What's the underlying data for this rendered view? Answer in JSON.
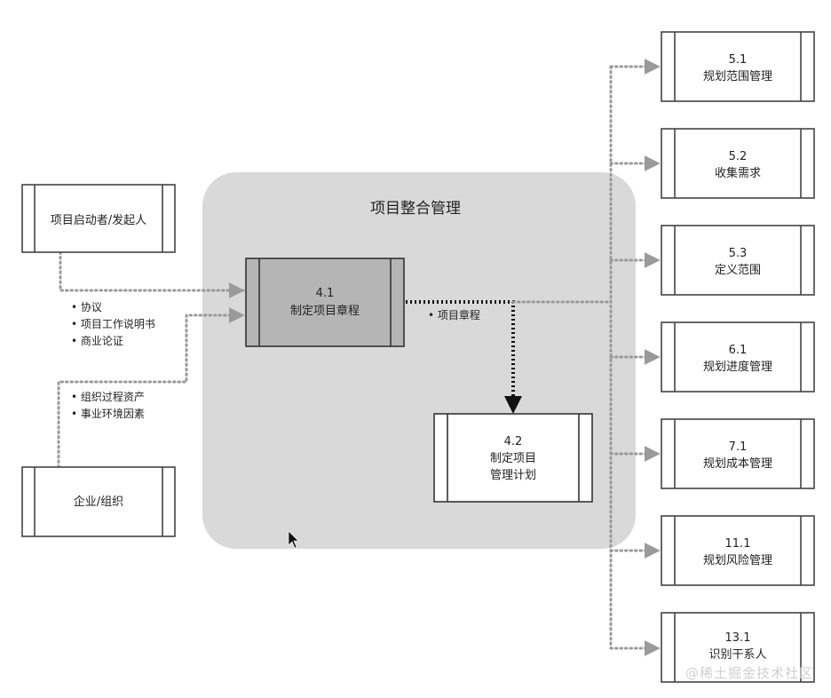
{
  "group": {
    "title": "项目整合管理"
  },
  "inputs": {
    "sponsor": "项目启动者/发起人",
    "sponsor_items": [
      "• 协议",
      "• 项目工作说明书",
      "• 商业论证"
    ],
    "enterprise": "企业/组织",
    "enterprise_items": [
      "• 组织过程资产",
      "• 事业环境因素"
    ]
  },
  "process_41": {
    "number": "4.1",
    "name": "制定项目章程"
  },
  "process_42": {
    "number": "4.2",
    "name_line1": "制定项目",
    "name_line2": "管理计划"
  },
  "output_label": "• 项目章程",
  "targets": [
    {
      "number": "5.1",
      "name": "规划范围管理"
    },
    {
      "number": "5.2",
      "name": "收集需求"
    },
    {
      "number": "5.3",
      "name": "定义范围"
    },
    {
      "number": "6.1",
      "name": "规划进度管理"
    },
    {
      "number": "7.1",
      "name": "规划成本管理"
    },
    {
      "number": "11.1",
      "name": "规划风险管理"
    },
    {
      "number": "13.1",
      "name": "识别干系人"
    }
  ],
  "watermark": "@稀土掘金技术社区",
  "colors": {
    "group_fill": "#d9d9d9",
    "process41_fill": "#b5b5b5",
    "dotted_line": "#9a9a9a",
    "bold_arrow": "#111111"
  }
}
